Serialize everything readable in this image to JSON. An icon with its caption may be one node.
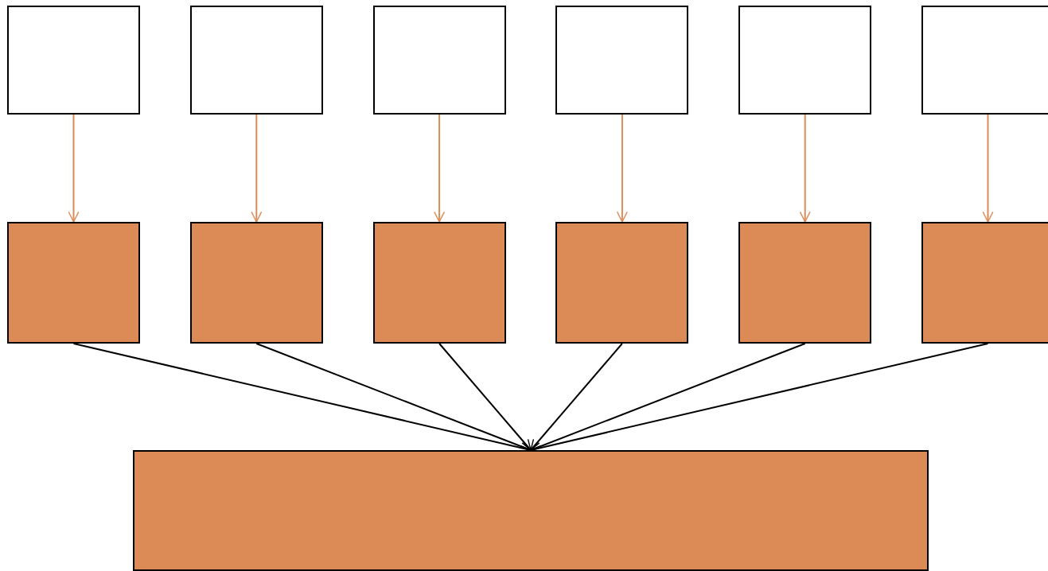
{
  "diagram": {
    "nodes": [
      {
        "text": [],
        "shape": "box"
      },
      {
        "text": [],
        "shape": "box"
      },
      {
        "text": [],
        "shape": "box"
      },
      {
        "text": [],
        "shape": "box"
      },
      {
        "text": [],
        "shape": "box"
      },
      {
        "text": [],
        "shape": "box"
      },
      {
        "text": [],
        "shape": "box"
      },
      {
        "text": [],
        "shape": "box"
      },
      {
        "text": [],
        "shape": "box"
      },
      {
        "text": [],
        "shape": "box"
      },
      {
        "text": [],
        "shape": "box"
      },
      {
        "text": [],
        "shape": "box"
      },
      {
        "text": [],
        "shape": "box"
      }
    ],
    "edges": [
      {
        "from": 0,
        "to": 6,
        "arrow": "to",
        "color": "#dc8b57"
      },
      {
        "from": 1,
        "to": 7,
        "arrow": "to",
        "color": "#dc8b57"
      },
      {
        "from": 2,
        "to": 8,
        "arrow": "to",
        "color": "#dc8b57"
      },
      {
        "from": 3,
        "to": 9,
        "arrow": "to",
        "color": "#dc8b57"
      },
      {
        "from": 4,
        "to": 10,
        "arrow": "to",
        "color": "#dc8b57"
      },
      {
        "from": 5,
        "to": 11,
        "arrow": "to",
        "color": "#dc8b57"
      },
      {
        "from": 6,
        "to": 12,
        "arrow": "to",
        "color": "#000000"
      },
      {
        "from": 7,
        "to": 12,
        "arrow": "to",
        "color": "#000000"
      },
      {
        "from": 8,
        "to": 12,
        "arrow": "to",
        "color": "#000000"
      },
      {
        "from": 9,
        "to": 12,
        "arrow": "to",
        "color": "#000000"
      },
      {
        "from": 10,
        "to": 12,
        "arrow": "to",
        "color": "#000000"
      },
      {
        "from": 11,
        "to": 12,
        "arrow": "to",
        "color": "#000000"
      }
    ]
  }
}
